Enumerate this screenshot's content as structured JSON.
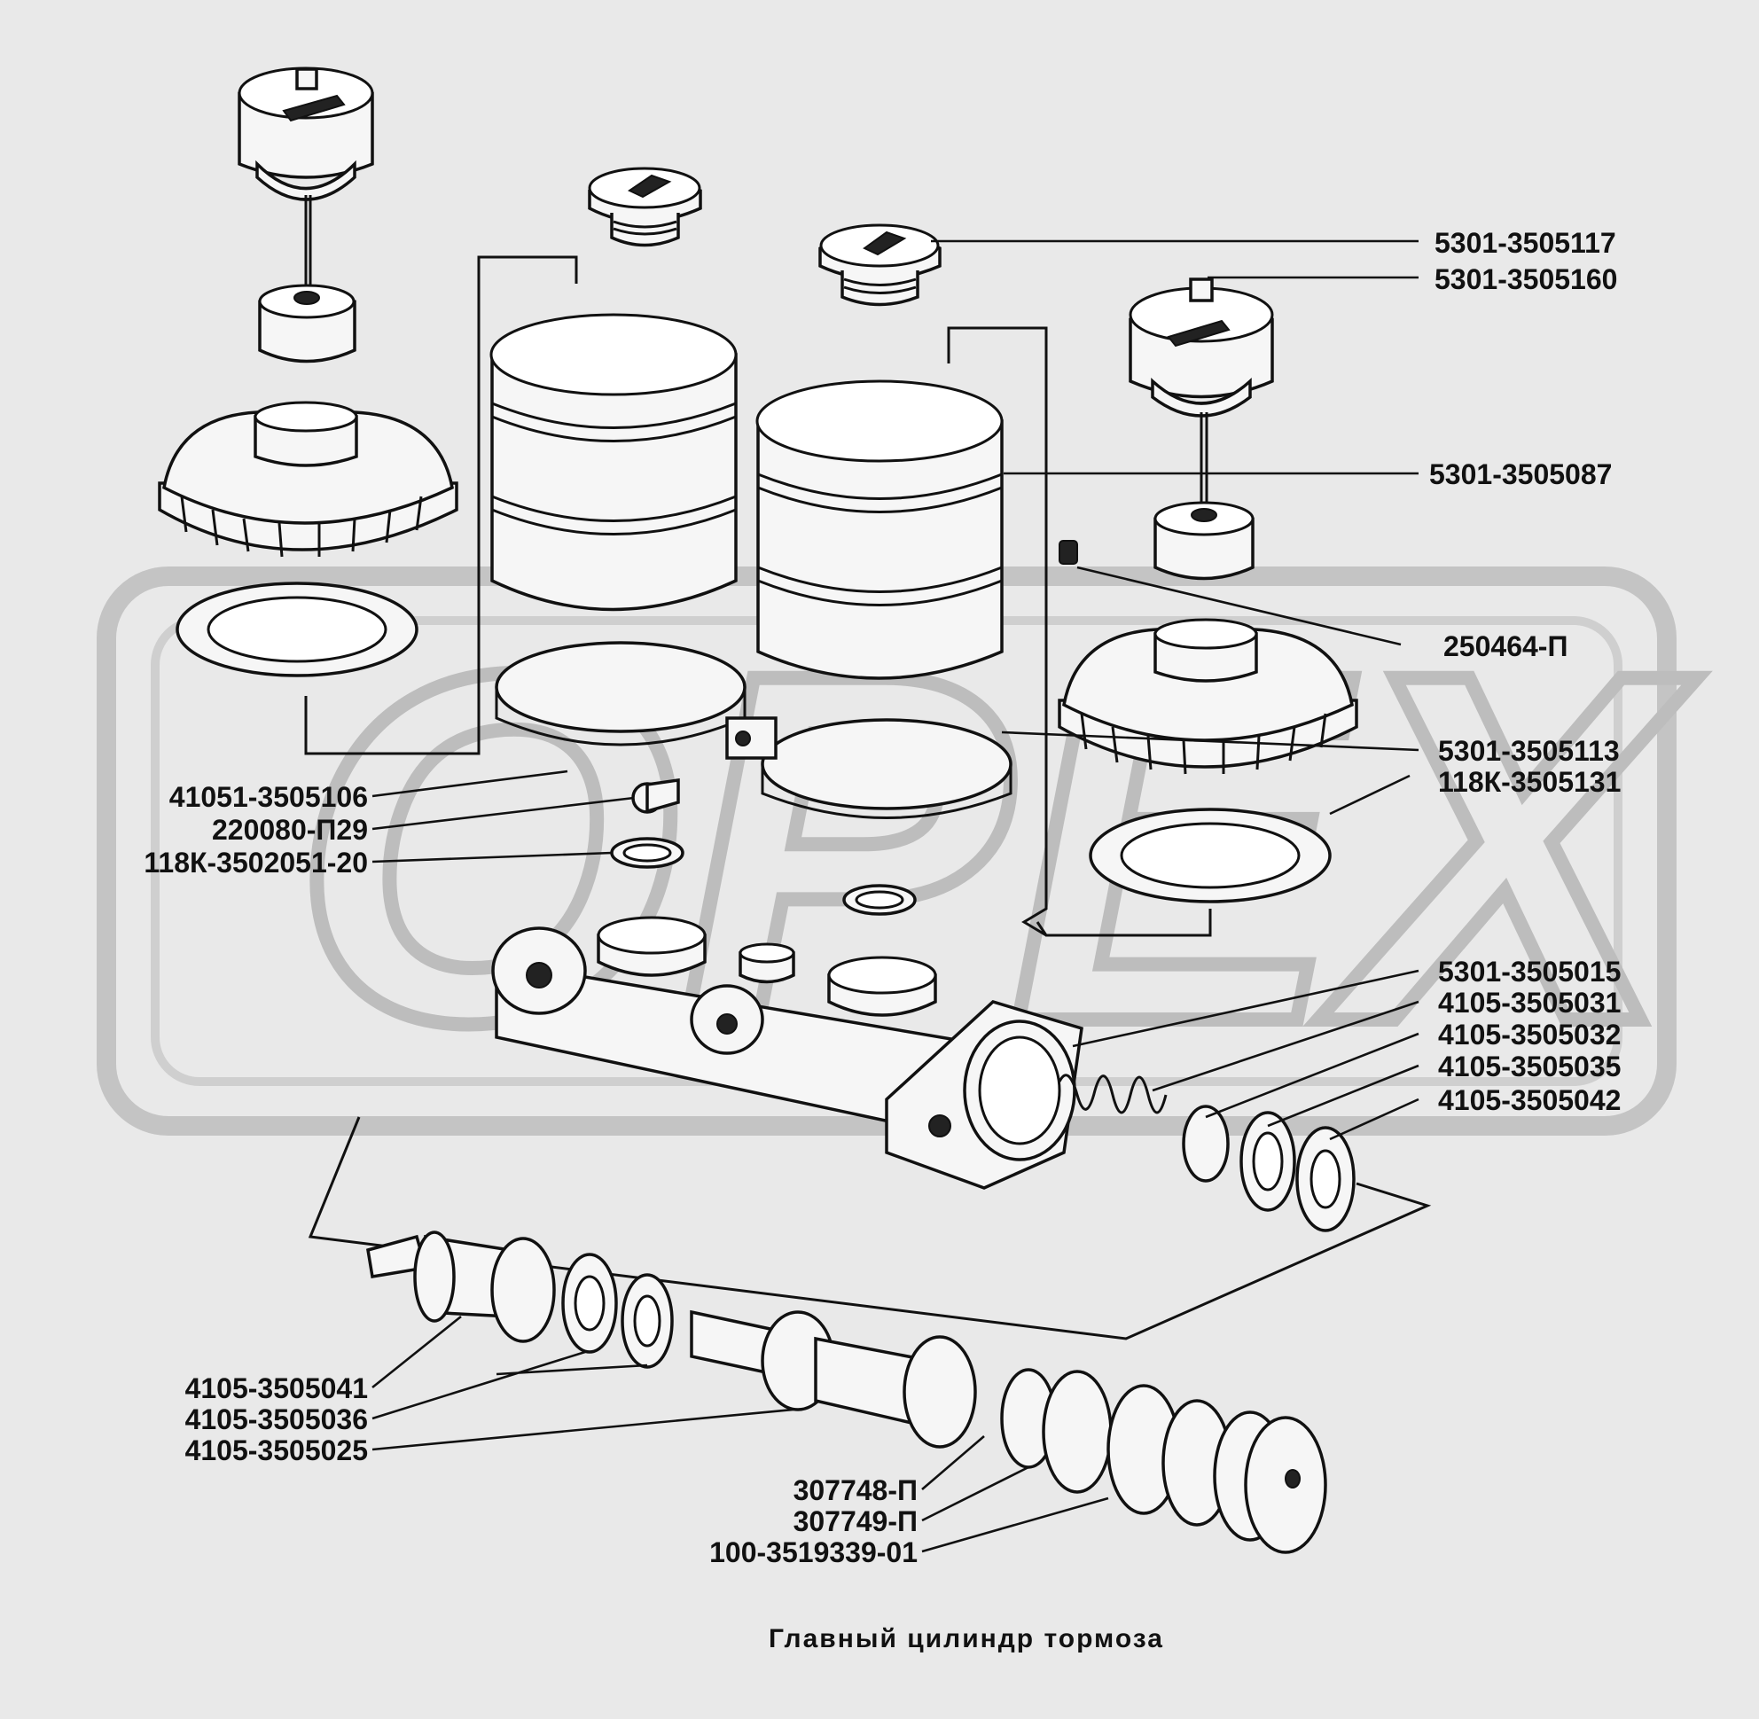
{
  "caption": "Главный цилиндр тормоза",
  "watermark": {
    "text": "OPEX"
  },
  "labels": [
    "5301-3505117",
    "5301-3505160",
    "5301-3505087",
    "250464-П",
    "5301-3505113",
    "118К-3505131",
    "41051-3505106",
    "220080-П29",
    "118К-3502051-20",
    "5301-3505015",
    "4105-3505031",
    "4105-3505032",
    "4105-3505035",
    "4105-3505042",
    "4105-3505041",
    "4105-3505036",
    "4105-3505025",
    "307748-П",
    "307749-П",
    "100-3519339-01"
  ]
}
